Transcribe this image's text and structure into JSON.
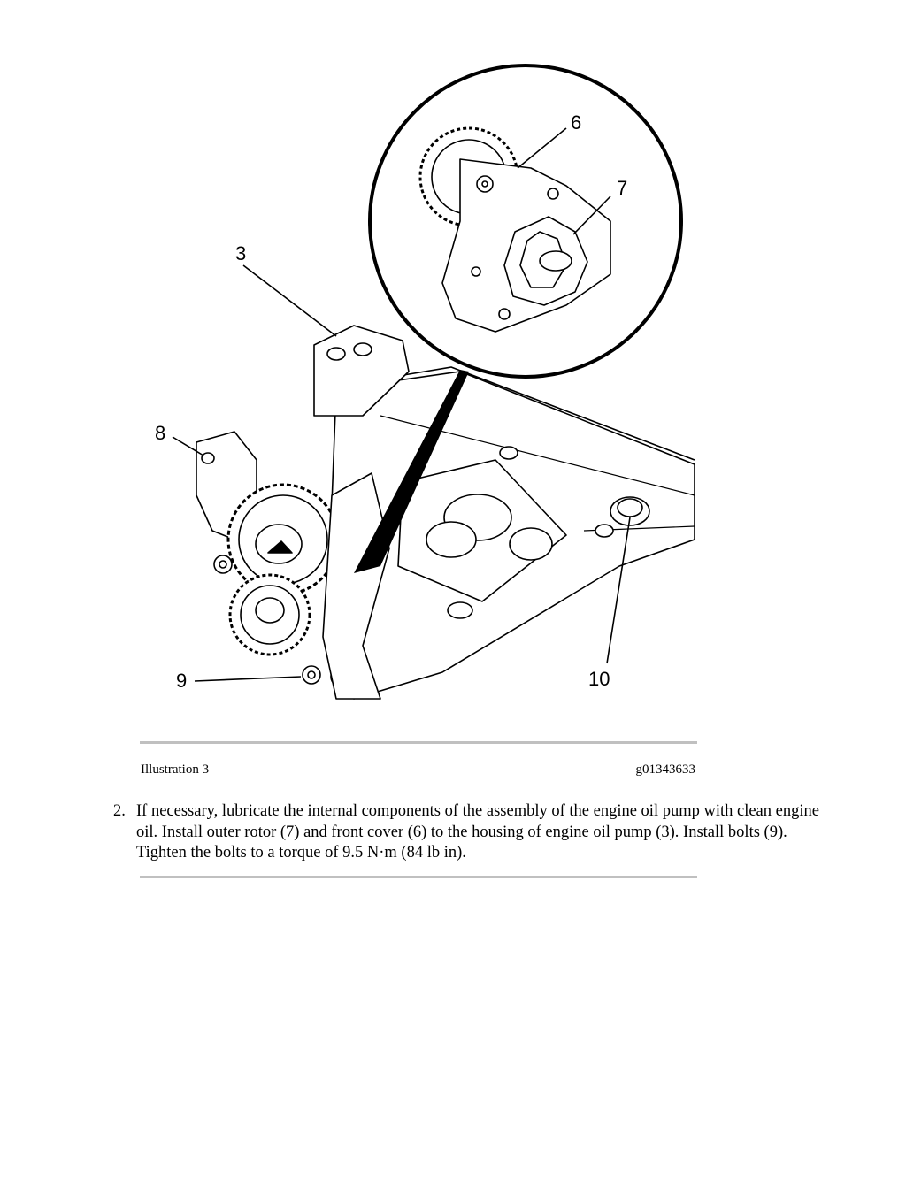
{
  "illustration": {
    "callouts": [
      "6",
      "7",
      "3",
      "8",
      "9",
      "10"
    ],
    "caption_label": "Illustration 3",
    "caption_id": "g01343633"
  },
  "step": {
    "number": "2.",
    "text": "If necessary, lubricate the internal components of the assembly of the engine oil pump with clean engine oil. Install outer rotor (7) and front cover (6) to the housing of engine oil pump (3). Install bolts (9). Tighten the bolts to a torque of 9.5 N·m (84 lb in)."
  }
}
